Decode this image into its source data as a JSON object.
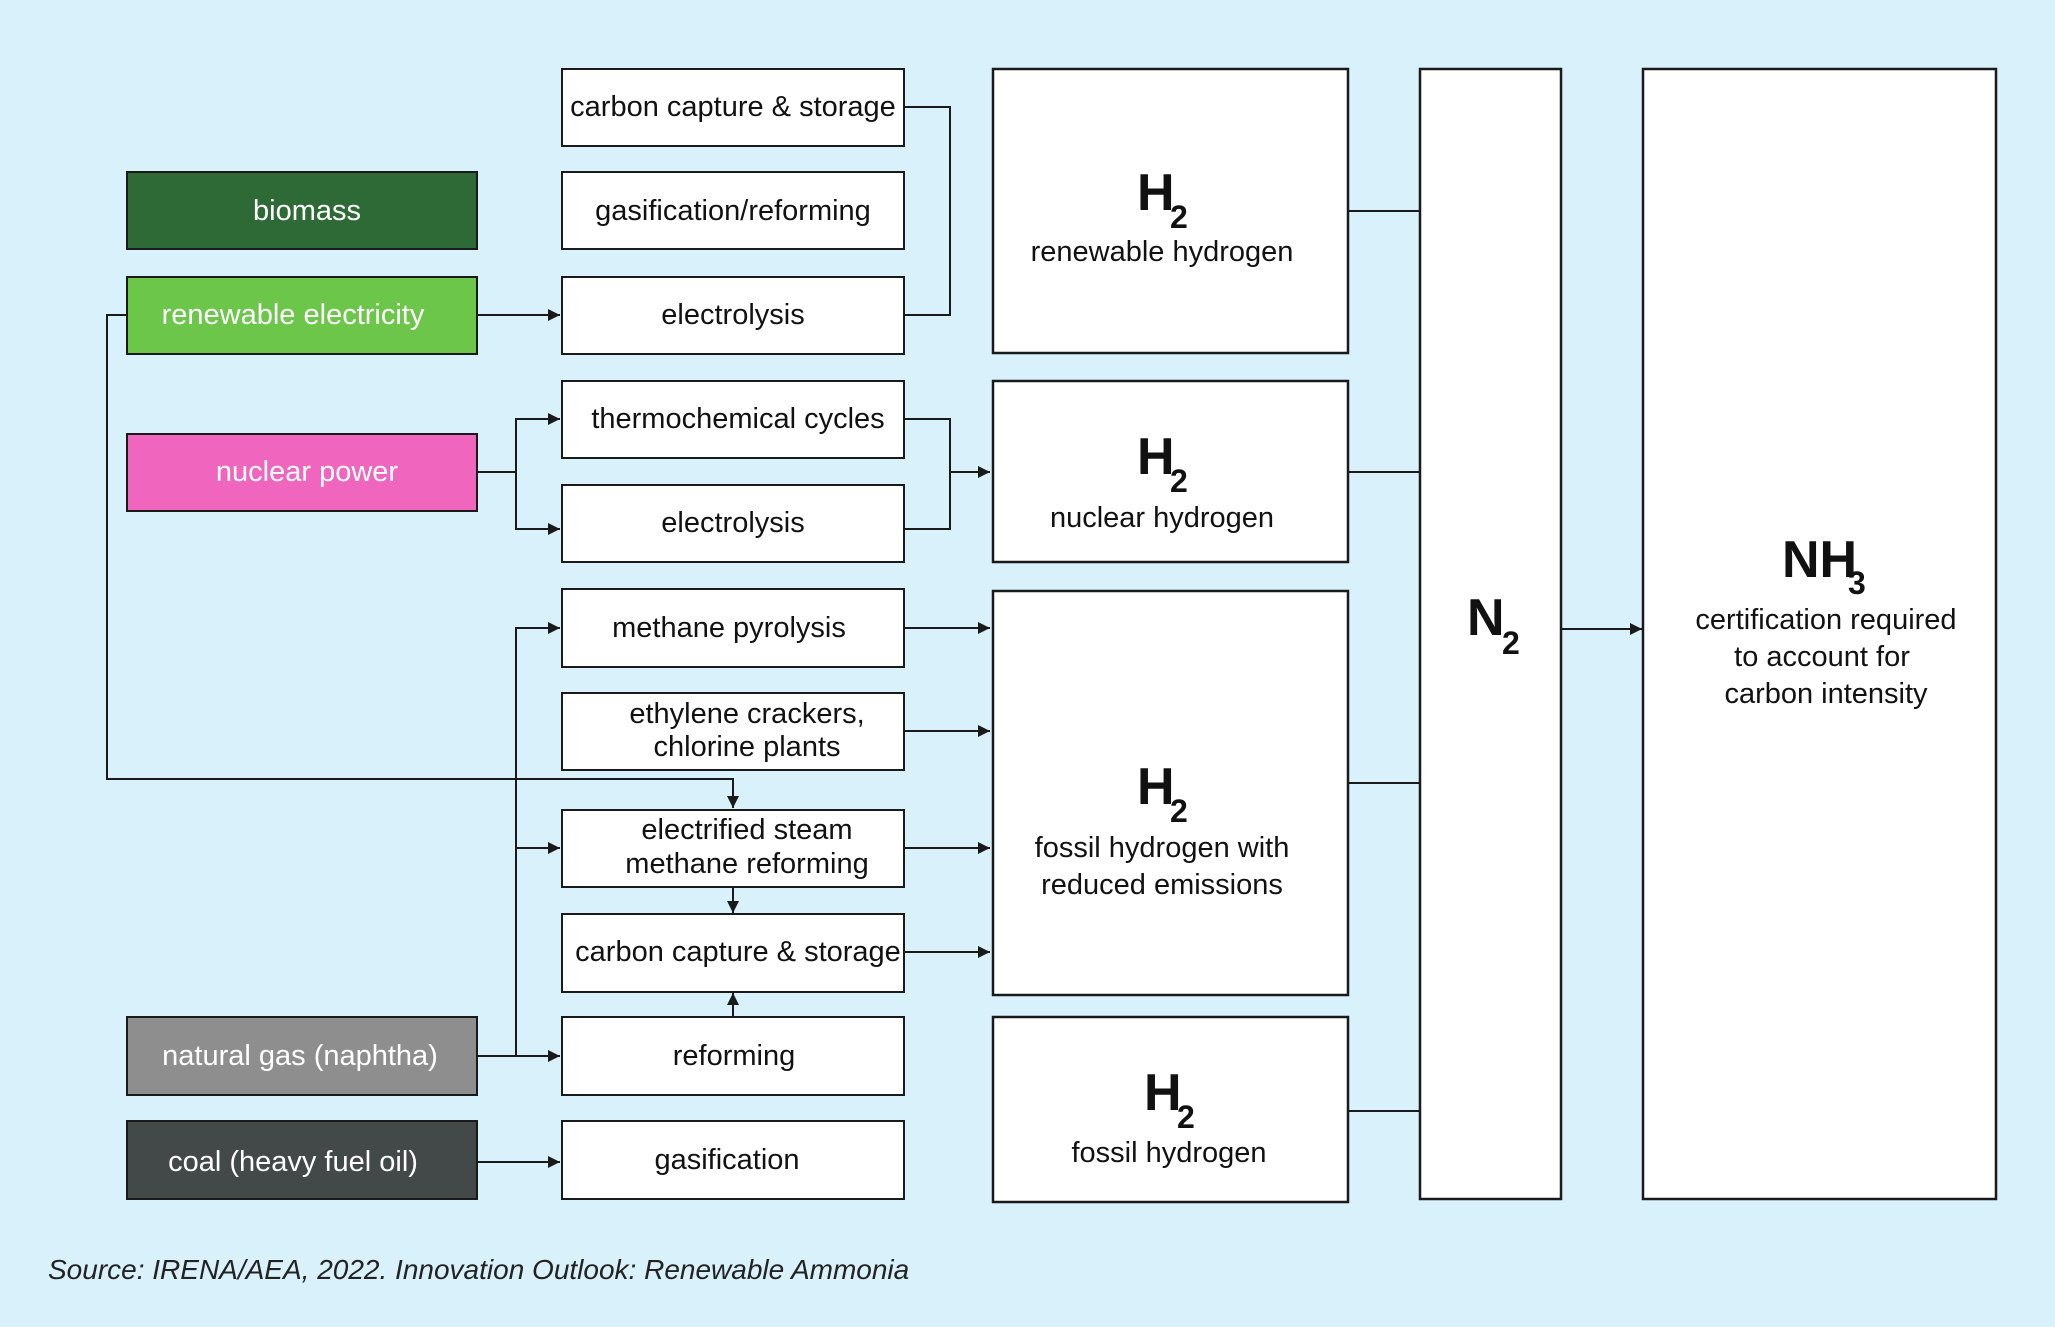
{
  "colors": {
    "background": "#d9f1fb",
    "biomass": "#2d6a36",
    "renewable_electricity": "#6cc64a",
    "nuclear_power": "#f066be",
    "natural_gas": "#8e8e8e",
    "coal": "#434848",
    "process_box": "#ffffff",
    "line": "#1a1a1a"
  },
  "sources": {
    "biomass": "biomass",
    "renewable_electricity": "renewable electricity",
    "nuclear_power": "nuclear power",
    "natural_gas": "natural gas (naphtha)",
    "coal": "coal (heavy fuel oil)"
  },
  "processes": {
    "ccs_top": "carbon capture & storage",
    "gasification_reforming": "gasification/reforming",
    "electrolysis_renewable": "electrolysis",
    "thermochemical_cycles": "thermochemical cycles",
    "electrolysis_nuclear": "electrolysis",
    "methane_pyrolysis": "methane pyrolysis",
    "ethylene_crackers_line1": "ethylene crackers,",
    "ethylene_crackers_line2": "chlorine plants",
    "esmr_line1": "electrified steam",
    "esmr_line2": "methane reforming",
    "ccs_bottom": "carbon capture & storage",
    "reforming": "reforming",
    "gasification": "gasification"
  },
  "hydrogen": {
    "symbol": "H",
    "subscript": "2",
    "renewable": "renewable hydrogen",
    "nuclear": "nuclear hydrogen",
    "reduced_line1": "fossil hydrogen with",
    "reduced_line2": "reduced emissions",
    "fossil": "fossil hydrogen"
  },
  "nitrogen": {
    "symbol": "N",
    "subscript": "2"
  },
  "ammonia": {
    "symbol": "NH",
    "subscript": "3",
    "note_line1": "certification required",
    "note_line2": "to account for",
    "note_line3": "carbon intensity"
  },
  "source_note": "Source: IRENA/AEA, 2022. Innovation Outlook: Renewable Ammonia"
}
